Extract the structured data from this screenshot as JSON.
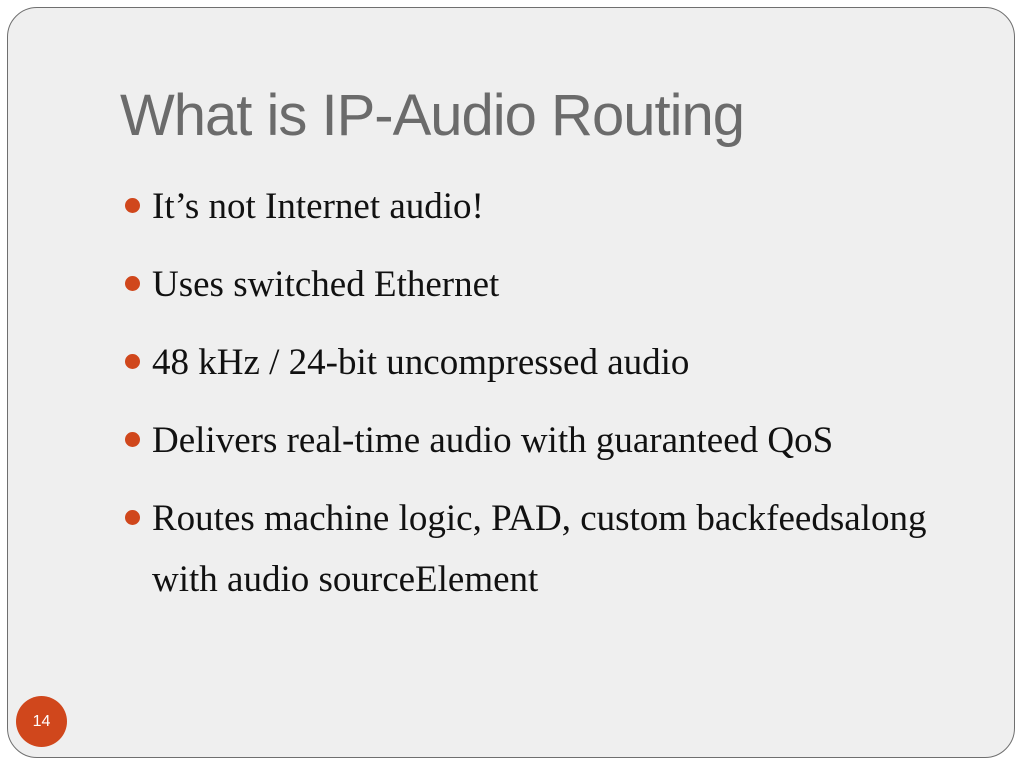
{
  "slide": {
    "title": "What is IP-Audio Routing",
    "bullets": [
      "It’s not Internet audio!",
      "Uses switched Ethernet",
      "48 kHz / 24-bit uncompressed audio",
      "Delivers real-time audio with guaranteed QoS",
      "Routes machine logic, PAD, custom backfeedsalong with audio sourceElement"
    ],
    "page_number": "14"
  },
  "colors": {
    "accent": "#d0471c",
    "title": "#6b6b6b",
    "body_text": "#111111",
    "background": "#efefef",
    "border": "#6f6f6f"
  },
  "icons": {
    "bullet": "filled-circle",
    "page_number_badge": "filled-circle"
  }
}
